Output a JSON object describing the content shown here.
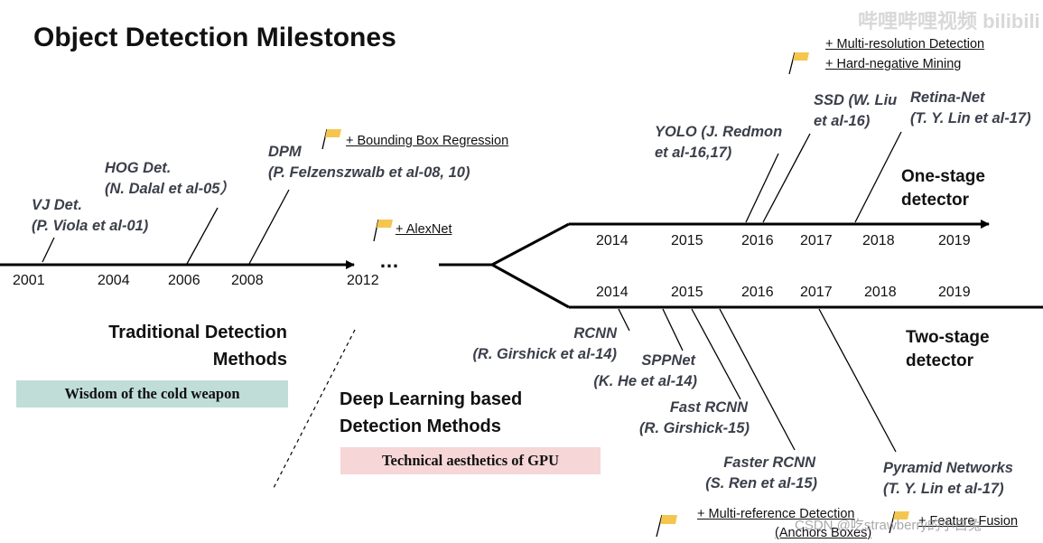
{
  "title": "Object Detection Milestones",
  "colors": {
    "flag": "#f5c64f",
    "green_badge": "#c0ddd7",
    "pink_badge": "#f6d6d6",
    "detector_text": "#3b3f4a"
  },
  "timeline_years": [
    "2001",
    "2004",
    "2006",
    "2008",
    "2012",
    "…"
  ],
  "one_stage_years": [
    "2014",
    "2015",
    "2016",
    "2017",
    "2018",
    "2019"
  ],
  "two_stage_years": [
    "2014",
    "2015",
    "2016",
    "2017",
    "2018",
    "2019"
  ],
  "traditional": {
    "vj": [
      "VJ Det.",
      "(P. Viola et al-01)"
    ],
    "hog": [
      "HOG Det.",
      "(N. Dalal et al-05）"
    ],
    "dpm": [
      "DPM",
      "(P. Felzenszwalb et al-08, 10)"
    ]
  },
  "notes": {
    "bbox_regression": "+ Bounding Box Regression",
    "alexnet": "+ AlexNet",
    "multi_resolution": "+ Multi-resolution Detection",
    "hard_negative": "+ Hard-negative Mining",
    "multi_reference": "+ Multi-reference Detection",
    "anchors": "(Anchors Boxes)",
    "feature_fusion": "+ Feature Fusion"
  },
  "one_stage": {
    "label": [
      "One-stage",
      "detector"
    ],
    "yolo": [
      "YOLO (J. Redmon",
      "et al-16,17)"
    ],
    "ssd": [
      "SSD (W. Liu",
      "et al-16)"
    ],
    "retina": [
      "Retina-Net",
      "(T. Y. Lin et al-17)"
    ]
  },
  "two_stage": {
    "label": [
      "Two-stage",
      "detector"
    ],
    "rcnn": [
      "RCNN",
      "(R. Girshick et al-14)"
    ],
    "sppnet": [
      "SPPNet",
      "(K. He et al-14)"
    ],
    "fast_rcnn": [
      "Fast RCNN",
      "(R. Girshick-15)"
    ],
    "faster_rcnn": [
      "Faster RCNN",
      "(S. Ren et al-15)"
    ],
    "fpn": [
      "Pyramid Networks",
      "(T. Y. Lin et al-17)"
    ]
  },
  "sections": {
    "traditional": [
      "Traditional Detection",
      "Methods"
    ],
    "traditional_badge": "Wisdom of the cold weapon",
    "deep": [
      "Deep Learning based",
      "Detection Methods"
    ],
    "deep_badge": "Technical aesthetics of GPU"
  },
  "watermarks": {
    "csdn": "CSDN @吃strawberry的小白兔",
    "top": "哔哩哔哩视频 bilibili"
  }
}
